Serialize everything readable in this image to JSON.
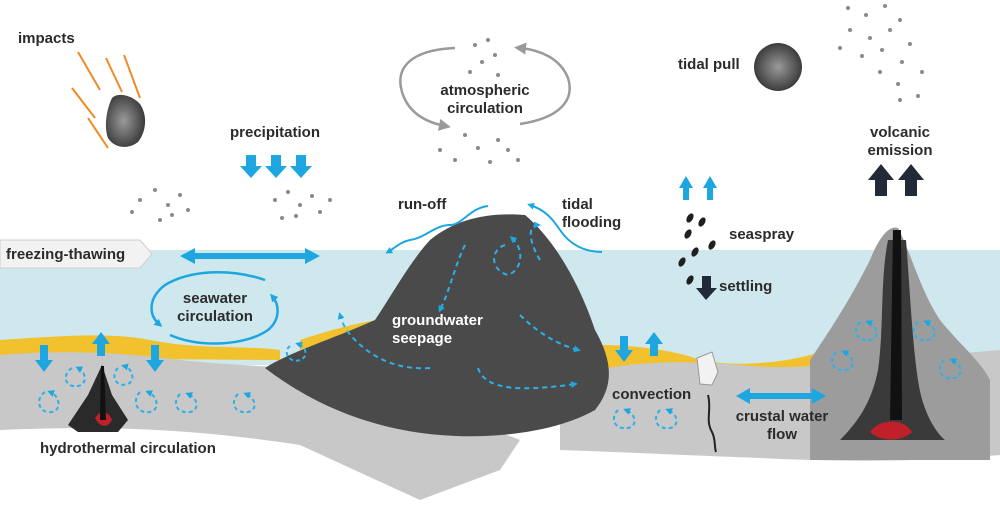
{
  "colors": {
    "sea": "#cfe8ee",
    "sediment": "#f2c12e",
    "crust": "#c8c8c8",
    "rock": "#4a4a4a",
    "arrow": "#1ea6e0",
    "dark_arrow": "#222a3a",
    "magma": "#c0202a",
    "dots": "#8a8a8a"
  },
  "labels": {
    "impacts": "impacts",
    "precipitation": "precipitation",
    "atmospheric_circulation": [
      "atmospheric",
      "circulation"
    ],
    "tidal_pull": "tidal pull",
    "volcanic_emission": [
      "volcanic",
      "emission"
    ],
    "run_off": "run-off",
    "tidal_flooding": [
      "tidal",
      "flooding"
    ],
    "seaspray": "seaspray",
    "settling": "settling",
    "freezing_thawing": "freezing-thawing",
    "seawater_circulation": [
      "seawater",
      "circulation"
    ],
    "groundwater_seepage": [
      "groundwater",
      "seepage"
    ],
    "convection": "convection",
    "crustal_water_flow": [
      "crustal water",
      "flow"
    ],
    "hydrothermal_circulation": "hydrothermal circulation"
  }
}
